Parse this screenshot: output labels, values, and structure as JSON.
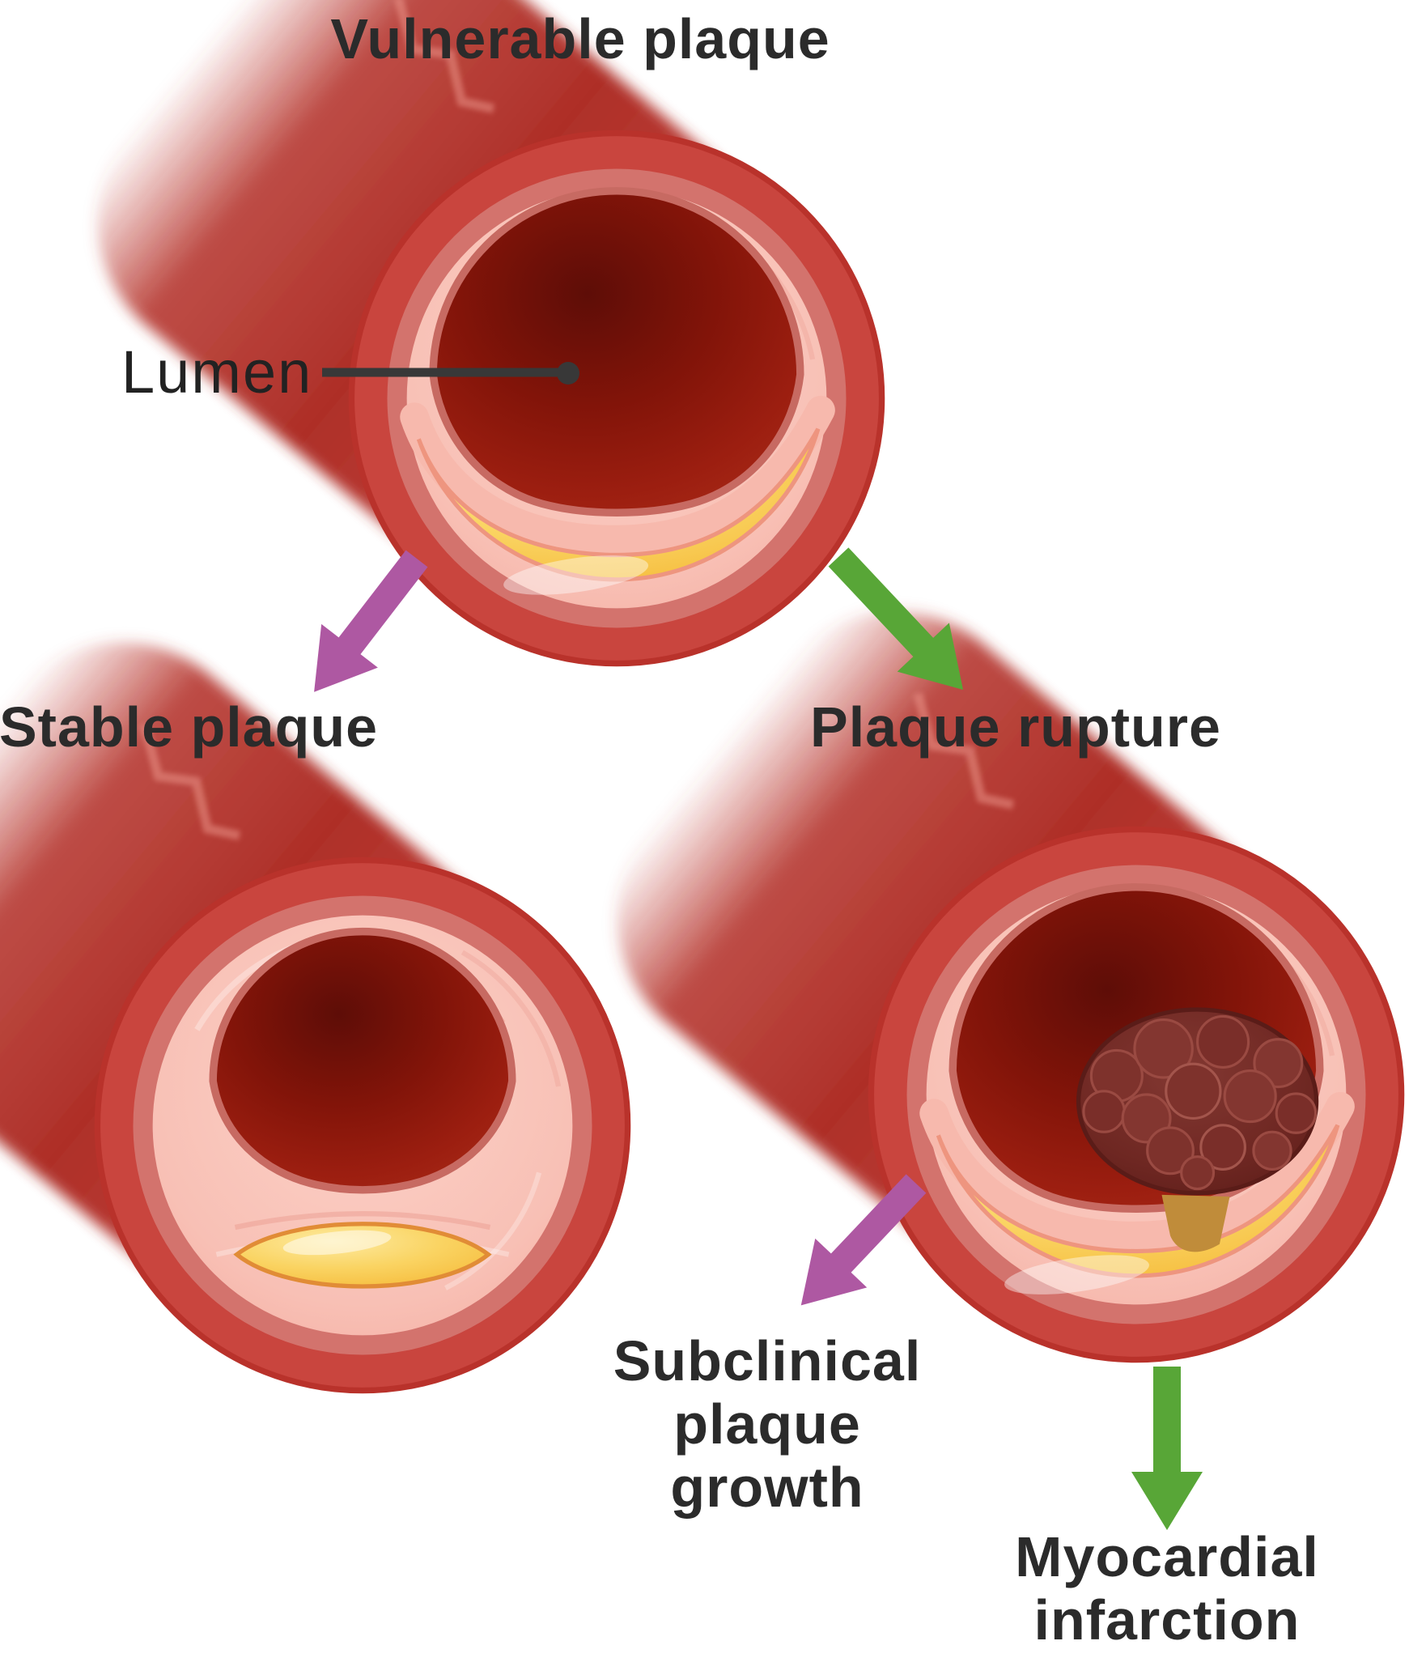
{
  "diagram": {
    "title": "Vulnerable plaque",
    "lumen_label": "Lumen",
    "stable_label": "Stable plaque",
    "rupture_label": "Plaque rupture",
    "subclinical_label": {
      "line1": "Subclinical",
      "line2": "plaque",
      "line3": "growth"
    },
    "mi_label": {
      "line1": "Myocardial",
      "line2": "infarction"
    },
    "arrows": [
      {
        "name": "vulnerable-to-stable-arrow",
        "direction": "down-left",
        "color": "#ae58a2"
      },
      {
        "name": "vulnerable-to-rupture-arrow",
        "direction": "down-right",
        "color": "#58a637"
      },
      {
        "name": "rupture-to-subclinical-arrow",
        "direction": "down-left",
        "color": "#ae58a2"
      },
      {
        "name": "rupture-to-mi-arrow",
        "direction": "down",
        "color": "#58a637"
      }
    ],
    "colors": {
      "label_text": "#2b2b2b",
      "leader_line": "#383838",
      "vessel_outer_red": "#c9453e",
      "vessel_media_rose": "#d3736d",
      "vessel_intima_pink": "#f8c0b5",
      "lumen_dark_red": "#8f1a0f",
      "lumen_rim": "#c76a62",
      "plaque_yellow": "#f7c244",
      "thrombus_maroon": "#6f2823",
      "arrow_purple": "#ae58a2",
      "arrow_green": "#58a637"
    }
  }
}
